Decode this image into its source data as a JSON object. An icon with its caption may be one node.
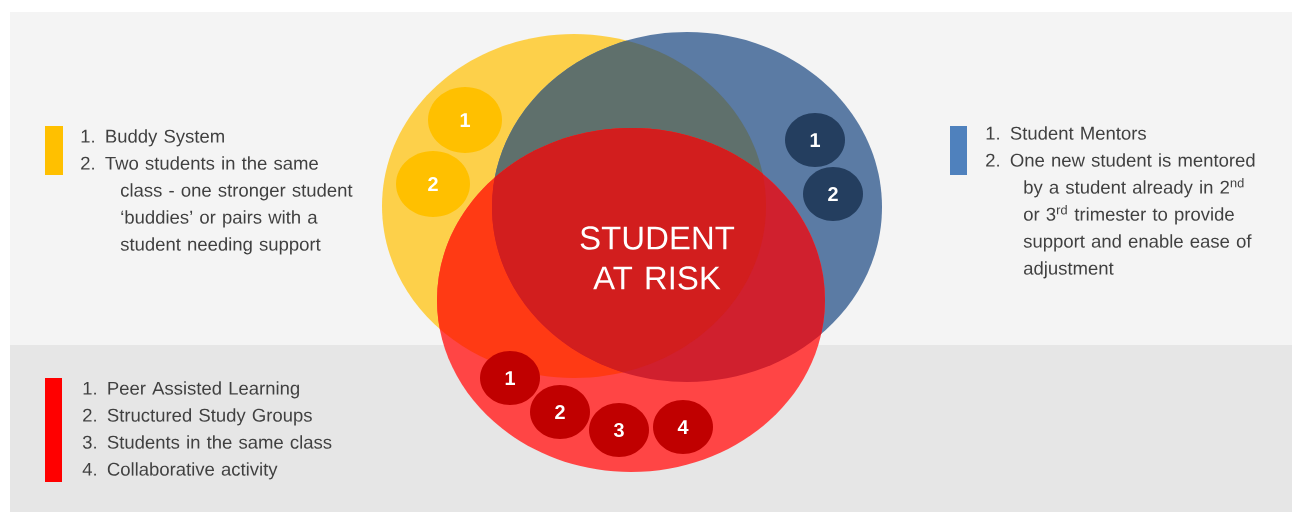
{
  "diagram": {
    "nodes": [
      {
        "text": [
          "1"
        ]
      },
      {
        "text": [
          "2"
        ]
      },
      {
        "text": [
          "1"
        ]
      },
      {
        "text": [
          "2"
        ]
      },
      {
        "text": [
          "1"
        ]
      },
      {
        "text": [
          "2"
        ]
      },
      {
        "text": [
          "3"
        ]
      },
      {
        "text": [
          "4"
        ]
      }
    ],
    "labels": [
      "1. Buddy System",
      "2. Two students in the same class - one stronger student ‘buddies’ or pairs with a student needing support",
      "STUDENT AT RISK",
      "1. Student Mentors",
      "2. One new student is mentored by a student already in 2$^{nd}$ or 3$^{rd}$ trimester to provide support and enable ease of adjustment",
      "1. Peer Assisted Learning",
      "2. Structured Study Groups",
      "3. Students in the same class",
      "4. Collaborative activity"
    ]
  }
}
